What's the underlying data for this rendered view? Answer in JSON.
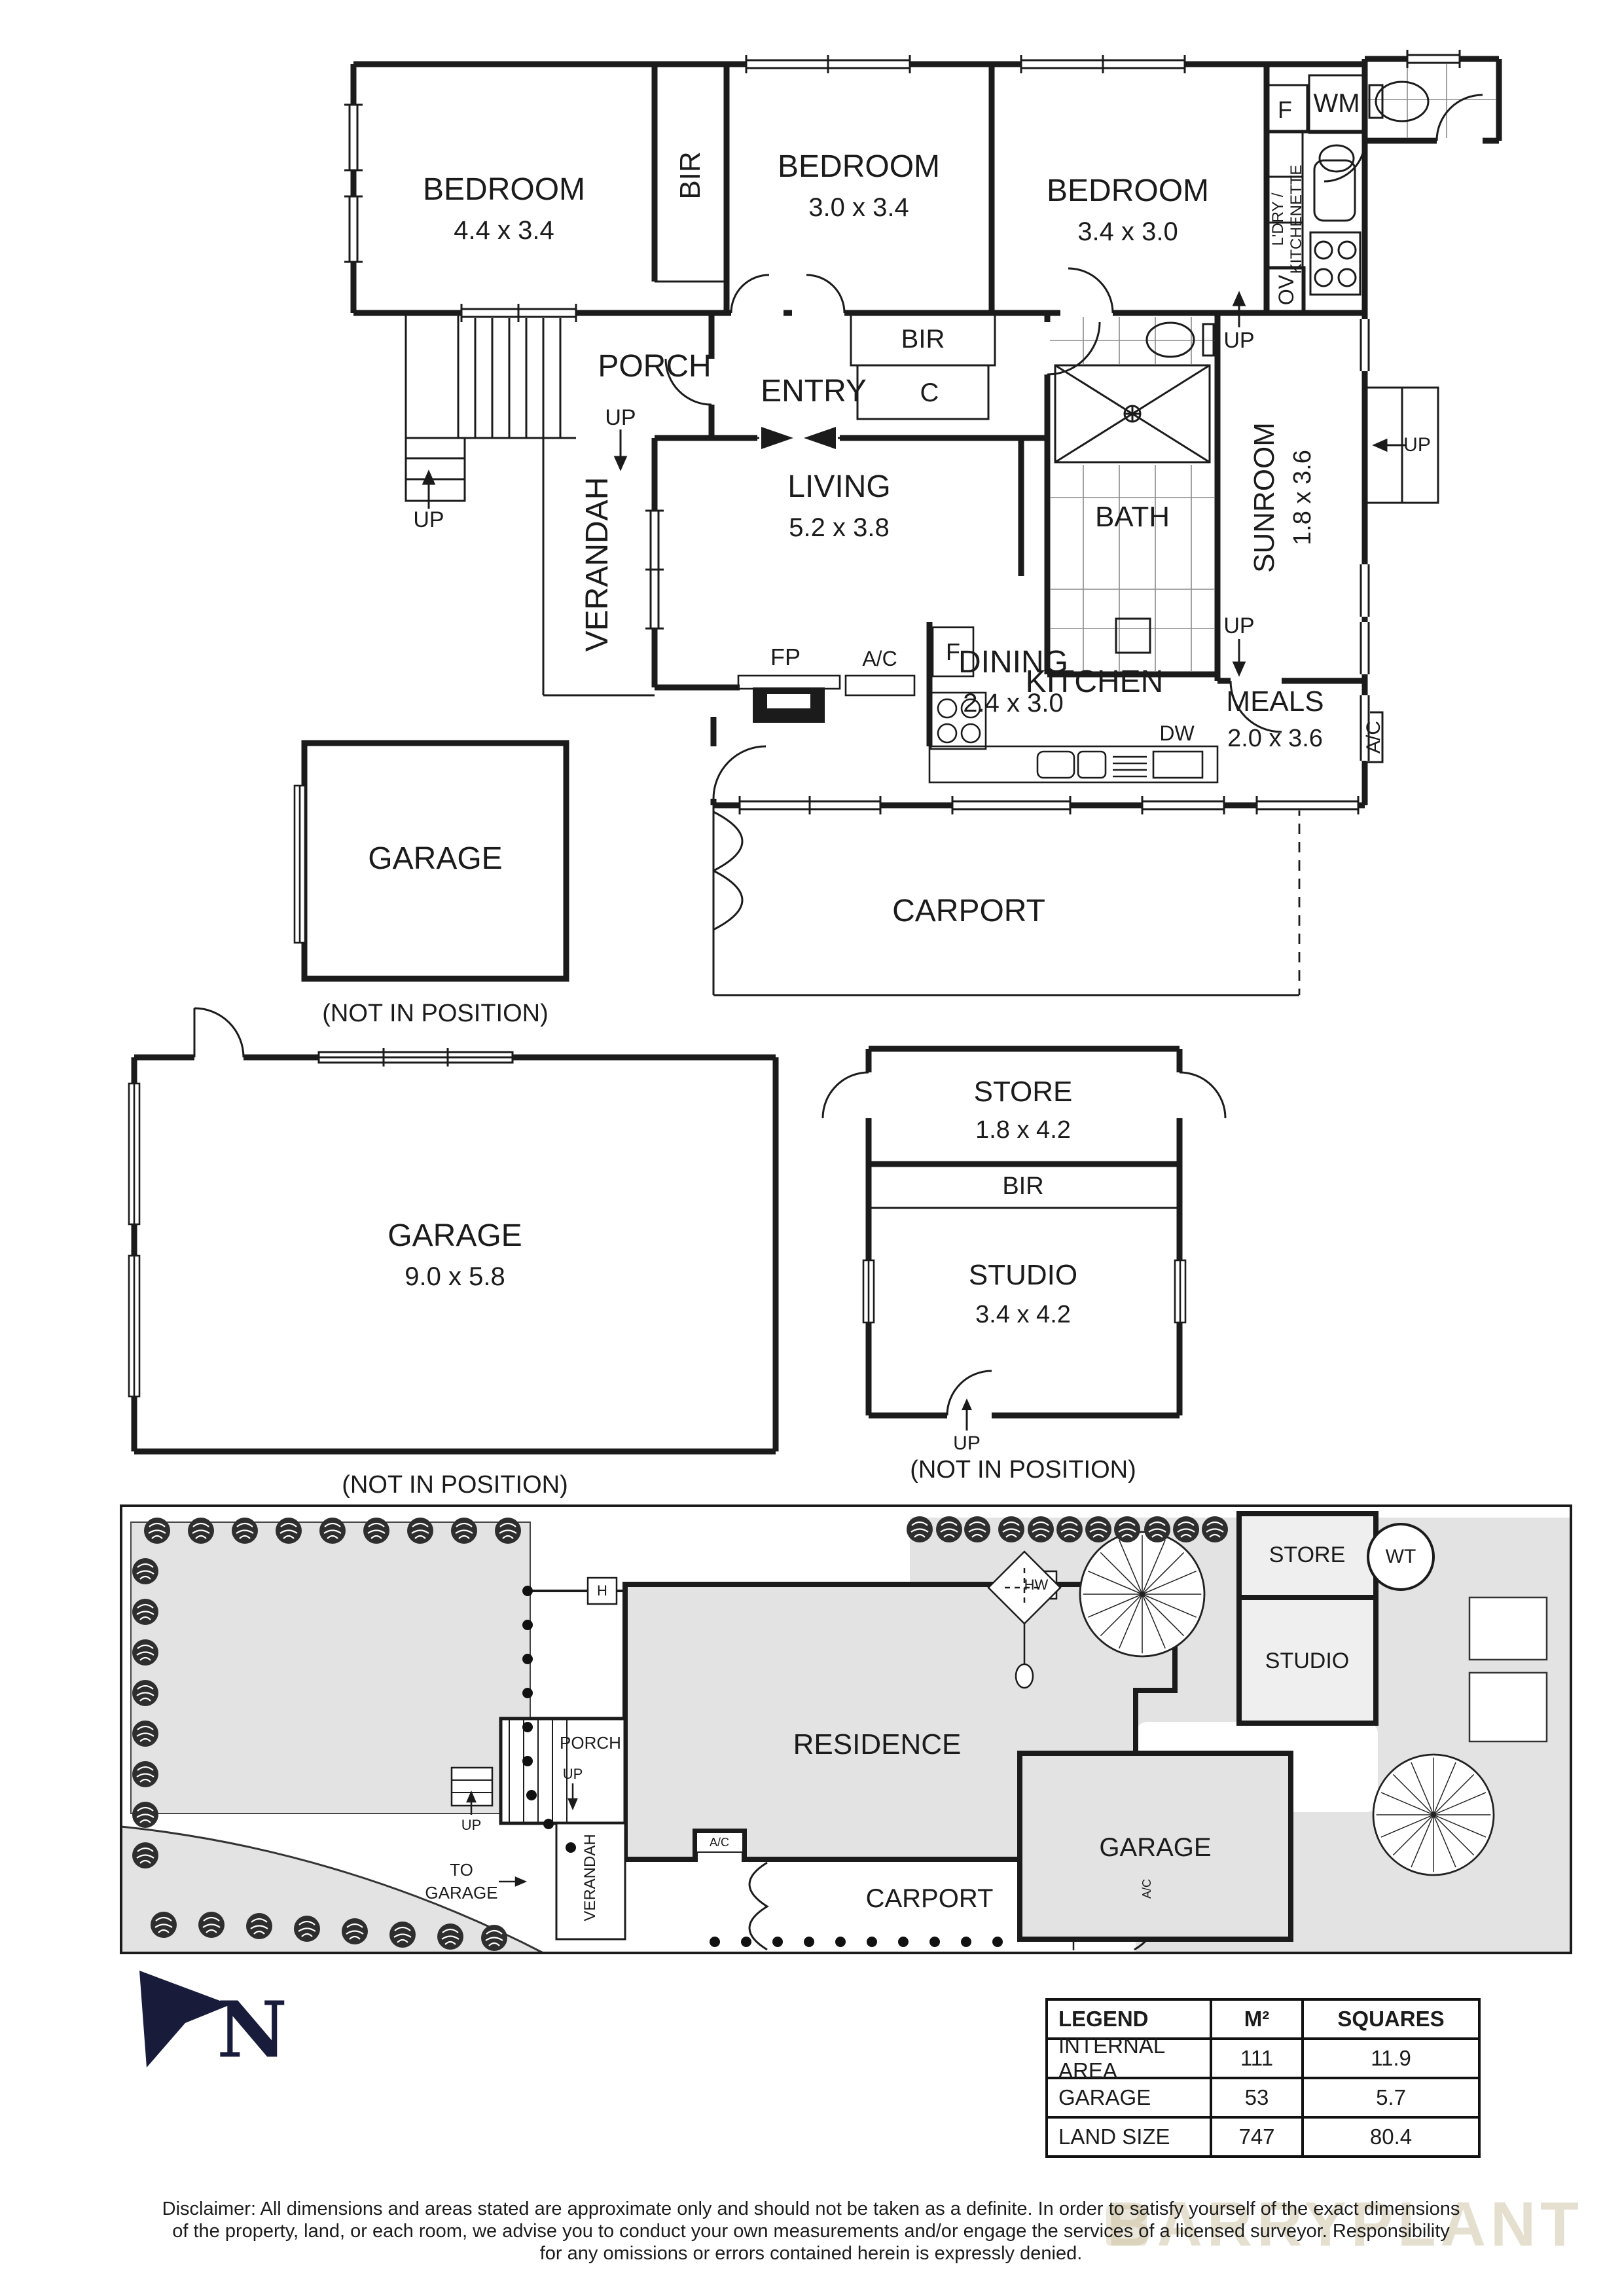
{
  "labels": {
    "bedroom": "BEDROOM",
    "bir": "BIR",
    "closet": "C",
    "fridge": "F",
    "wm": "WM",
    "ldry": "L'DRY /",
    "kitchenette": "KITCHENETTE",
    "oven": "OV",
    "porch": "PORCH",
    "entry": "ENTRY",
    "verandah": "VERANDAH",
    "living": "LIVING",
    "fp": "FP",
    "ac": "A/C",
    "dining": "DINING",
    "kitchen": "KITCHEN",
    "dw": "DW",
    "meals": "MEALS",
    "bath": "BATH",
    "sunroom": "SUNROOM",
    "carport": "CARPORT",
    "garage": "GARAGE",
    "store": "STORE",
    "studio": "STUDIO",
    "up": "UP",
    "not_in_position": "(NOT IN POSITION)",
    "residence": "RESIDENCE",
    "wt": "WT",
    "h": "H",
    "hw": "HW",
    "to": "TO",
    "north": "N"
  },
  "dimensions": {
    "bedroom1": "4.4 x 3.4",
    "bedroom2": "3.0 x 3.4",
    "bedroom3": "3.4 x 3.0",
    "living": "5.2 x 3.8",
    "dining": "2.4 x 3.0",
    "meals": "2.0 x 3.6",
    "sunroom": "1.8 x 3.6",
    "garage2": "9.0 x 5.8",
    "store": "1.8 x 4.2",
    "studio": "3.4 x 4.2"
  },
  "legend": {
    "headers": [
      "LEGEND",
      "M²",
      "SQUARES"
    ],
    "rows": [
      {
        "label": "INTERNAL AREA",
        "m2": "111",
        "squares": "11.9"
      },
      {
        "label": "GARAGE",
        "m2": "53",
        "squares": "5.7"
      },
      {
        "label": "LAND SIZE",
        "m2": "747",
        "squares": "80.4"
      }
    ]
  },
  "disclaimer": {
    "line1": "Disclaimer: All dimensions and areas stated are approximate only and should not be taken as a definite. In order to satisfy yourself of the exact dimensions",
    "line2": "of the property, land, or each room, we advise you to conduct your own measurements and/or engage the services of a licensed surveyor. Responsibility",
    "line3": "for any omissions or errors contained herein is expressly denied."
  },
  "watermark": "BARRYPLANT",
  "colors": {
    "wall": "#1b1b1b",
    "siteFill": "#e3e3e3",
    "north": "#181b3a"
  }
}
